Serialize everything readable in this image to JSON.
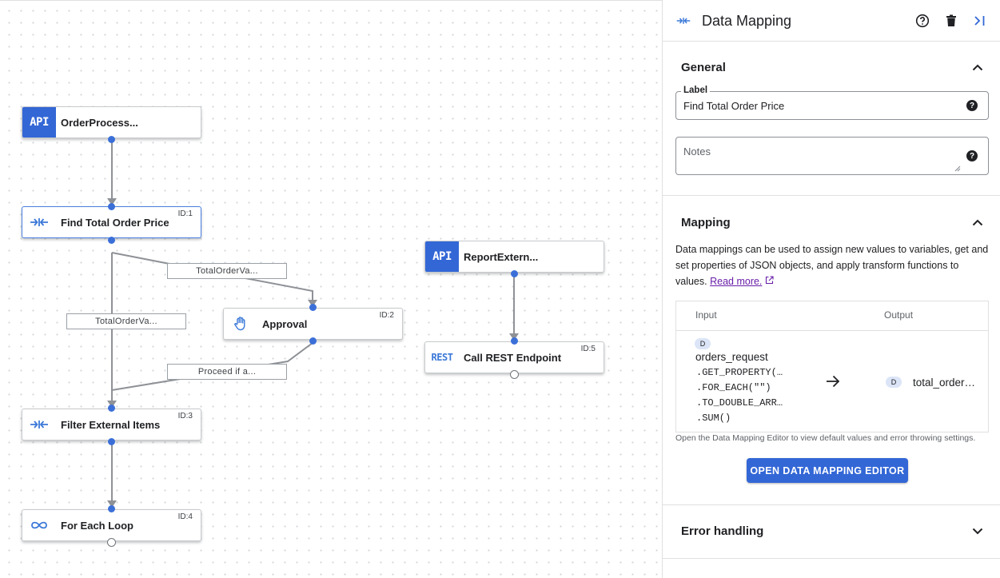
{
  "canvas": {
    "nodes": [
      {
        "key": "n_api1",
        "title": "OrderProcess...",
        "id_label": "",
        "icon": "api-icon"
      },
      {
        "key": "n_find",
        "title": "Find Total Order Price",
        "id_label": "ID:1",
        "icon": "data-mapping-icon"
      },
      {
        "key": "n_approval",
        "title": "Approval",
        "id_label": "ID:2",
        "icon": "hand-icon"
      },
      {
        "key": "n_filter",
        "title": "Filter External Items",
        "id_label": "ID:3",
        "icon": "data-mapping-icon"
      },
      {
        "key": "n_foreach",
        "title": "For Each Loop",
        "id_label": "ID:4",
        "icon": "loop-icon"
      },
      {
        "key": "n_api2",
        "title": "ReportExtern...",
        "id_label": "",
        "icon": "api-icon"
      },
      {
        "key": "n_rest",
        "title": "Call REST Endpoint",
        "id_label": "ID:5",
        "icon": "rest-icon"
      }
    ],
    "icon_text": {
      "api": "API",
      "rest": "REST"
    },
    "edge_labels": [
      "TotalOrderVa...",
      "TotalOrderVa...",
      "Proceed if a..."
    ]
  },
  "panel": {
    "title": "Data Mapping",
    "header_icon": "data-mapping-icon",
    "actions": [
      "help-icon",
      "delete-icon",
      "collapse-panel-icon"
    ],
    "general": {
      "title": "General",
      "label_field": {
        "label": "Label",
        "value": "Find Total Order Price"
      },
      "notes_field": {
        "placeholder": "Notes"
      }
    },
    "mapping": {
      "title": "Mapping",
      "description": "Data mappings can be used to assign new values to variables, get and set properties of JSON objects, and apply transform functions to values.",
      "read_more": "Read more.",
      "columns": {
        "input": "Input",
        "output": "Output"
      },
      "input": {
        "type_chip": "D",
        "variable": "orders_request",
        "functions": [
          ".GET_PROPERTY(…",
          ".FOR_EACH(\"\")",
          ".TO_DOUBLE_ARR…",
          ".SUM()"
        ]
      },
      "output": {
        "type_chip": "D",
        "variable": "total_order…"
      },
      "note": "Open the Data Mapping Editor to view default values and error throwing settings.",
      "button": "OPEN DATA MAPPING EDITOR"
    },
    "error_handling": {
      "title": "Error handling"
    }
  },
  "colors": {
    "accent": "#3367d6",
    "port": "#3b6fd8",
    "edge": "#8e9196"
  }
}
